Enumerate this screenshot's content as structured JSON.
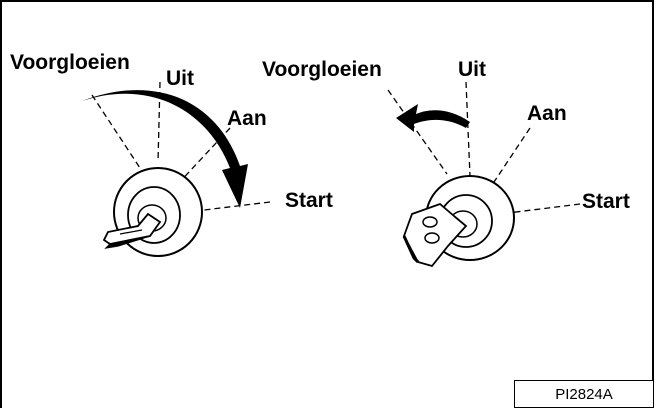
{
  "left_switch": {
    "preheat_label": "Voorgloeien",
    "off_label": "Uit",
    "on_label": "Aan",
    "start_label": "Start"
  },
  "right_switch": {
    "preheat_label": "Voorgloeien",
    "off_label": "Uit",
    "on_label": "Aan",
    "start_label": "Start"
  },
  "figure_code": "PI2824A"
}
